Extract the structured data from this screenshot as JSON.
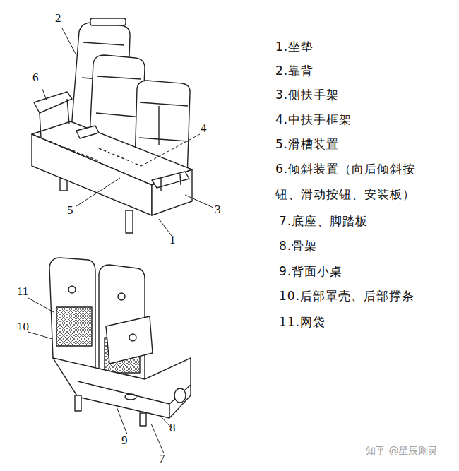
{
  "diagram": {
    "labels": [
      "2",
      "6",
      "4",
      "5",
      "3",
      "1",
      "1.坐垫",
      "2.靠背",
      "3.侧扶手架",
      "4.中扶手框架",
      "5.滑槽装置",
      "6.倾斜装置（向后倾斜按 钮、滑动按钮、安装板）",
      "7.底座、脚踏板",
      "8.骨架",
      "9.背面小桌",
      "10.后部罩壳、后部撑条",
      "11.网袋",
      "11",
      "10",
      "9",
      "7",
      "8",
      "知乎 @星辰则灵"
    ]
  }
}
